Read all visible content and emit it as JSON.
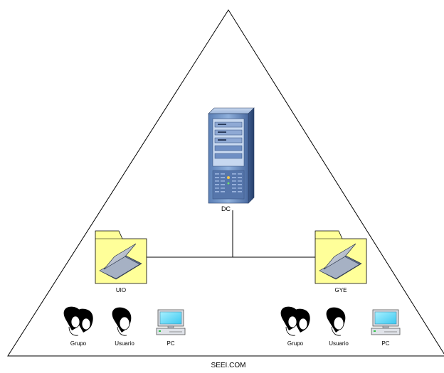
{
  "domain_labels": {
    "server": "DC",
    "ou_left": "UIO",
    "ou_right": "GYE",
    "domain": "SEEI.COM"
  },
  "left_objects": {
    "group": "Grupo",
    "user": "Usuario",
    "pc": "PC"
  },
  "right_objects": {
    "group": "Grupo",
    "user": "Usuario",
    "pc": "PC"
  },
  "icons": {
    "server": "server-tower-icon",
    "ou_folder": "folder-scanner-icon",
    "group": "user-group-icon",
    "user": "user-icon",
    "pc": "desktop-computer-icon"
  }
}
